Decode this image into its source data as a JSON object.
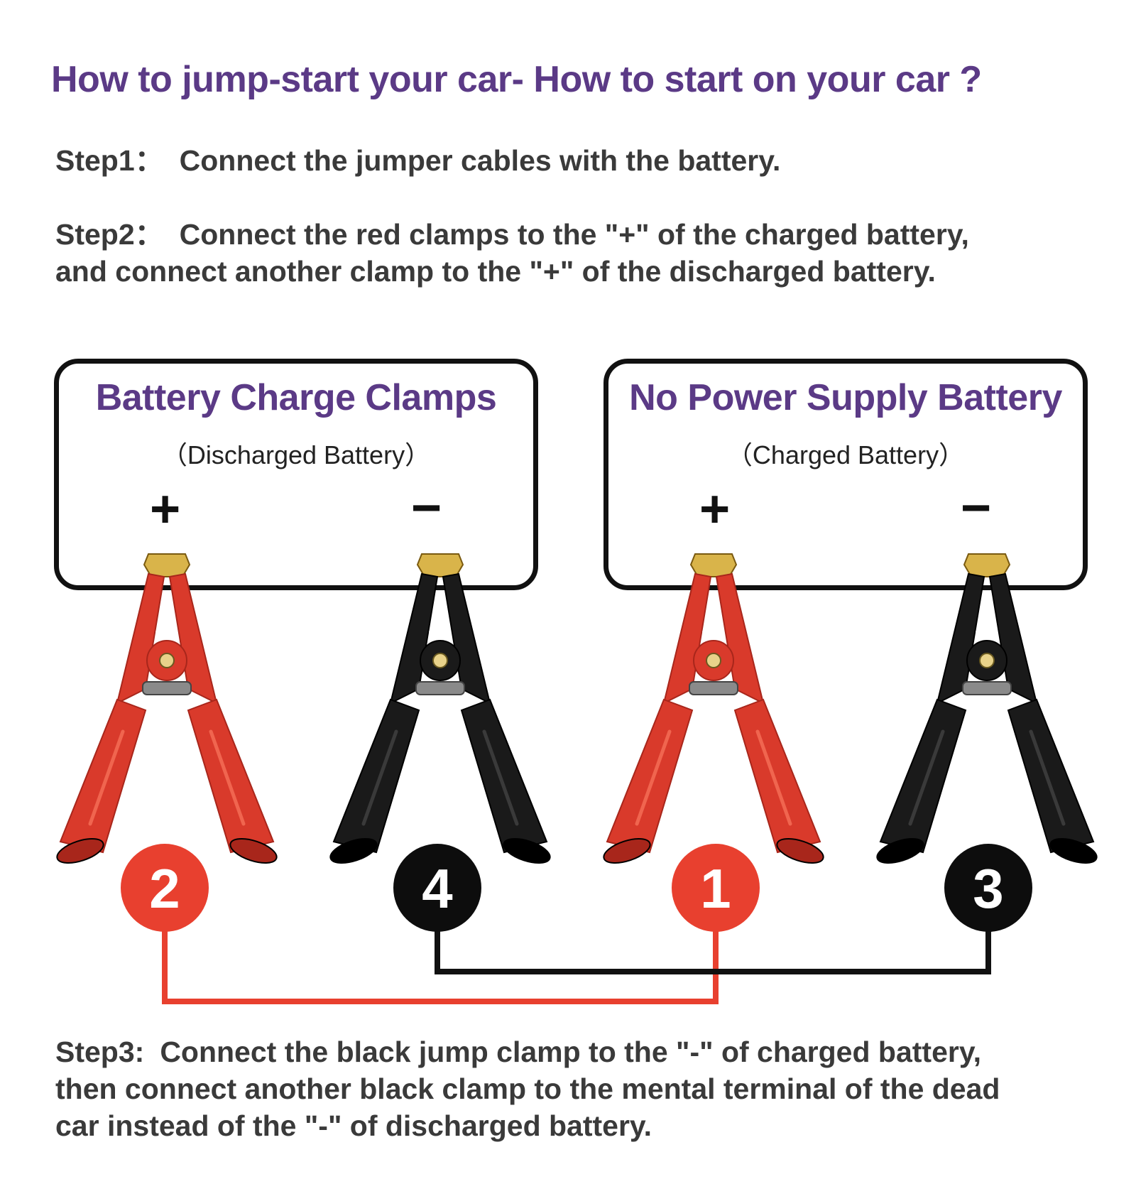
{
  "title": "How to jump-start your car- How to start on your car ?",
  "steps": [
    {
      "label": "Step1：",
      "lines": [
        "Connect the jumper cables with the battery."
      ]
    },
    {
      "label": "Step2：",
      "lines": [
        "Connect the red clamps to the \"+\" of the charged battery,",
        "and connect another clamp to the \"+\" of the discharged battery."
      ]
    },
    {
      "label": "Step3:",
      "lines": [
        "Connect the black jump clamp to the \"-\" of charged battery,",
        "then connect another black clamp to the mental terminal of the dead",
        "car instead of the \"-\" of discharged battery."
      ]
    }
  ],
  "boxes": [
    {
      "title": "Battery Charge Clamps",
      "subtitle": "（Discharged Battery）",
      "plus": "+",
      "minus": "−"
    },
    {
      "title": "No Power Supply Battery",
      "subtitle": "（Charged Battery）",
      "plus": "+",
      "minus": "−"
    }
  ],
  "badges": [
    {
      "number": "2",
      "color": "red"
    },
    {
      "number": "4",
      "color": "black"
    },
    {
      "number": "1",
      "color": "red"
    },
    {
      "number": "3",
      "color": "black"
    }
  ],
  "colors": {
    "title_purple": "#5b3a86",
    "red_clamp": "#d93a2b",
    "red_clamp_dark": "#a8261b",
    "black_clamp": "#1a1a1a",
    "badge_red": "#e8402f",
    "badge_black": "#0d0d0d",
    "gold_jaw": "#d9b44a",
    "wire_red": "#e8402f",
    "wire_black": "#111111"
  }
}
